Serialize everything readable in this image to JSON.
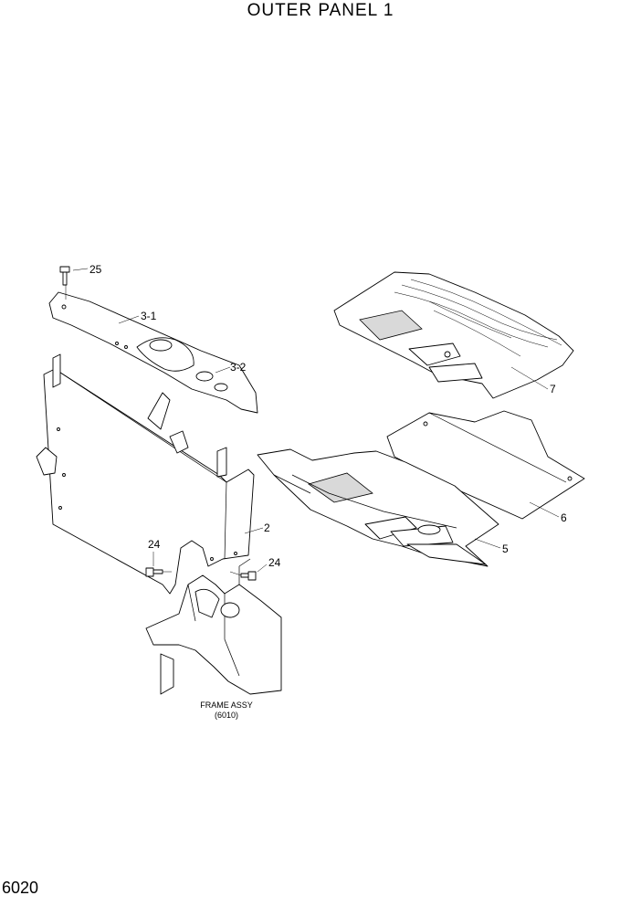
{
  "title": "OUTER PANEL 1",
  "page_number": "6020",
  "callouts": {
    "c25": "25",
    "c31": "3-1",
    "c32": "3-2",
    "c7": "7",
    "c6": "6",
    "c5": "5",
    "c2": "2",
    "c24a": "24",
    "c24b": "24"
  },
  "reference": {
    "line1": "FRAME ASSY",
    "line2": "(6010)"
  }
}
